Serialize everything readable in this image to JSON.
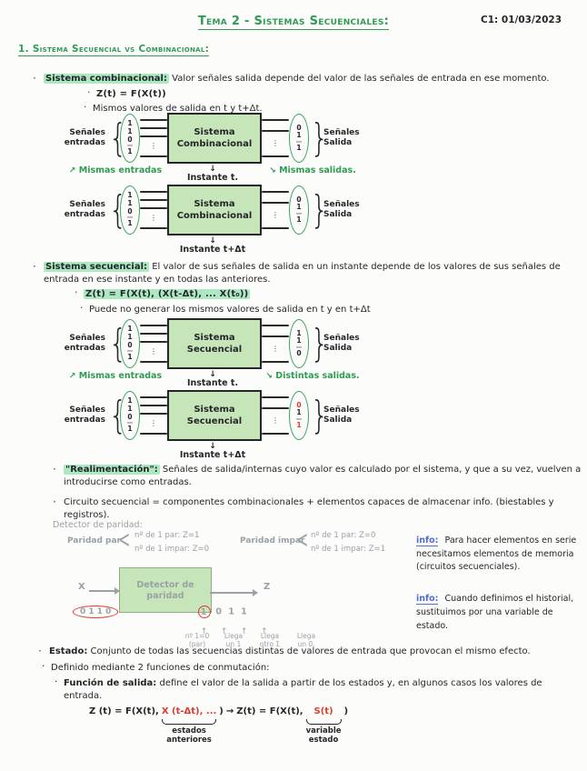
{
  "page": {
    "title": "Tema 2 - Sistemas Secuenciales:",
    "date": "C1: 01/03/2023",
    "section_heading": "1. Sistema Secuencial vs Combinacional:"
  },
  "colors": {
    "heading_green": "#2f9b55",
    "highlight_green": "#ace8c2",
    "box_fill_green": "#c6e6ba",
    "pencil_gray": "#9aa1a7",
    "info_blue": "#4d6fd6",
    "mark_red": "#e03a2c"
  },
  "combinational": {
    "term": "Sistema combinacional:",
    "definition": "Valor señales salida depende del valor de las señales de entrada en ese momento.",
    "formula": "Z(t) = F(X(t))",
    "note": "Mismos valores de salida en t y t+Δt."
  },
  "sequential": {
    "term": "Sistema secuencial:",
    "definition": "El valor de sus señales de salida en un instante depende de los valores de sus señales de entrada en ese instante y en todas las anteriores.",
    "formula": "Z(t) = F(X(t), (X(t-Δt), ... X(t₀))",
    "note": "Puede no generar los mismos valores de salida en t y en t+Δt"
  },
  "combinational_diagram": {
    "inputs_label": "Señales\nentradas",
    "outputs_label": "Señales\nSalida",
    "box_line1": "Sistema",
    "box_line2": "Combinacional",
    "top_in": [
      "1",
      "1",
      "0",
      "⋯",
      "1"
    ],
    "top_out": [
      "0",
      "1",
      "⋯",
      "1"
    ],
    "left_note": "Mismas entradas",
    "instant_top": "Instante t.",
    "right_note": "Mismas salidas.",
    "bottom_in": [
      "1",
      "1",
      "0",
      "⋯",
      "1"
    ],
    "bottom_out": [
      "0",
      "1",
      "⋯",
      "1"
    ],
    "instant_bottom": "Instante t+Δt"
  },
  "sequential_diagram": {
    "inputs_label": "Señales\nentradas",
    "outputs_label": "Señales\nSalida",
    "box_line1": "Sistema",
    "box_line2": "Secuencial",
    "top_in": [
      "1",
      "1",
      "0",
      "⋯",
      "1"
    ],
    "top_out": [
      "1",
      "1",
      "⋯",
      "0"
    ],
    "left_note": "Mismas entradas",
    "instant_top": "Instante t.",
    "right_note": "Distintas salidas.",
    "bottom_in": [
      "1",
      "1",
      "0",
      "⋯",
      "1"
    ],
    "bottom_out": [
      "0",
      "1",
      "⋯",
      "1"
    ],
    "instant_bottom": "Instante t+Δt"
  },
  "feedback": {
    "term": "\"Realimentación\":",
    "definition": "Señales de salida/internas cuyo valor es calculado por el sistema, y que a su vez, vuelven a introducirse como entradas.",
    "circuit": "Circuito secuencial = componentes combinacionales + elementos capaces de almacenar info. (biestables y registros)."
  },
  "parity": {
    "heading": "Detector de paridad:",
    "even_label": "Paridad par",
    "even_case1": "nº de 1 par: Z=1",
    "even_case2": "nº de 1 impar: Z=0",
    "odd_label": "Paridad impar",
    "odd_case1": "nº de 1 par: Z=0",
    "odd_case2": "nº de 1 impar: Z=1",
    "input_name": "X",
    "input_values": "0 1 1 0",
    "box_line1": "Detector de",
    "box_line2": "paridad",
    "output_name": "Z",
    "output_first": "1",
    "output_rest": "0 1 1",
    "ann1": "nº 1=0\n(par)",
    "ann2": "Llega\nun 1",
    "ann3": "Llega\notro 1",
    "ann4": "Llega\nun 0."
  },
  "info_notes": {
    "label1": "info:",
    "text1": "Para hacer elementos en serie necesitamos elementos de memoria (circuitos secuenciales).",
    "label2": "info:",
    "text2": "Cuando definimos el historial, sustituimos por una variable de estado."
  },
  "state": {
    "term": "Estado:",
    "definition": "Conjunto de todas las secuencias distintas de valores de entrada que provocan el mismo efecto.",
    "sub1": "Definido mediante 2 funciones de conmutación:",
    "sub2_term": "Función de salida:",
    "sub2_text": "define el valor de la salida a partir de los estados y, en algunos casos los valores de entrada.",
    "f_left": "Z (t) = F(X(t),",
    "f_red1": "X (t-Δt), ...",
    "f_mid": ")",
    "f_arrow": "→",
    "f_right": "Z(t) = F(X(t),",
    "f_red2": "S(t)",
    "f_close": ")",
    "label_red1": "estados\nanteriores",
    "label_red2": "variable\nestado"
  },
  "glyphs": {
    "bullet": "·",
    "brace_open": "{",
    "brace_close": "}",
    "arrow_down": "↓",
    "arrow_up": "↑",
    "arrow_ne": "↗",
    "arrow_se": "↘",
    "vdots": "⋮",
    "fork": "<"
  }
}
